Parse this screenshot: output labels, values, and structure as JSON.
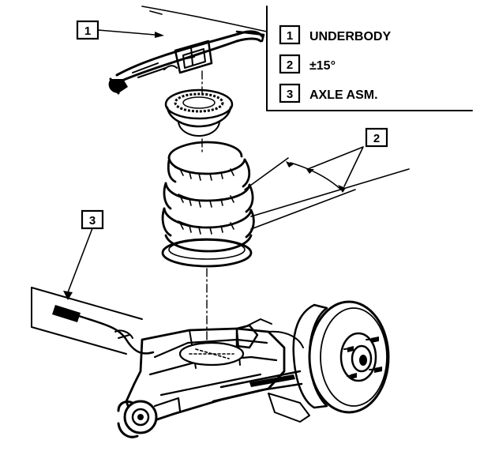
{
  "legend": {
    "items": [
      {
        "number": "1",
        "label": "UNDERBODY"
      },
      {
        "number": "2",
        "label": "±15°"
      },
      {
        "number": "3",
        "label": "AXLE ASM."
      }
    ]
  },
  "callouts": {
    "underbody": "1",
    "angle": "2",
    "axle": "3"
  }
}
